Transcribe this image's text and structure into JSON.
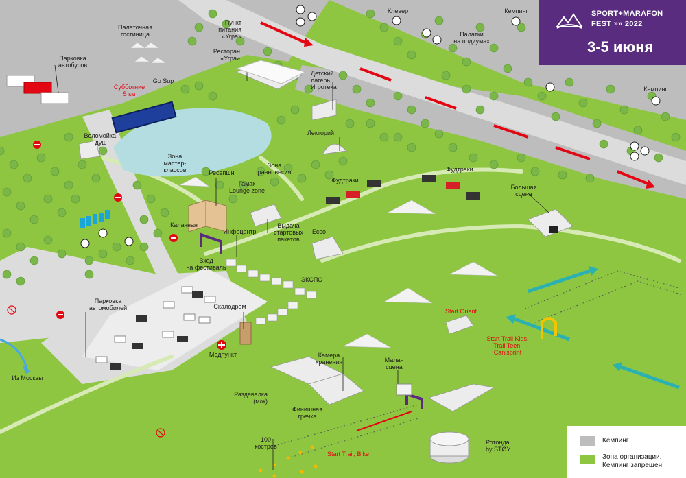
{
  "brand": {
    "line1": "SPORT+MARAFON",
    "line2": "FEST »» 2022",
    "dates": "3-5 июня",
    "color": "#5a2c7f"
  },
  "legend": {
    "camping": "Кемпинг",
    "org_zone": "Зона организации.\nКемпинг запрещен",
    "camping_color": "#bdbdbd",
    "org_color": "#8ec641"
  },
  "labels": {
    "tent_hotel": "Палаточная\nгостиница",
    "bus_parking": "Парковка\nавтобусов",
    "saturday_5k": "Субботние\n5 км",
    "go_sup": "Go Sup",
    "food_point": "Пункт\nпитания\n«Угра»",
    "restaurant": "Ресторан\n«Угра»",
    "kids_camp": "Детский\nлагерь,\nИгротека",
    "klever": "Клевер",
    "camping_top": "Кемпинг",
    "podium_tents": "Палатки\nна подиумах",
    "camping_right": "Кемпинг",
    "bike_wash": "Веломойка,\nдуш",
    "lecture": "Лекторий",
    "master_zone": "Зона\nмастер-\nклассов",
    "reception": "Ресепшн",
    "balance_zone": "Зона\nравновесия",
    "hammock": "Гамак\nLounge zone",
    "foodtrucks_1": "Фудтраки",
    "foodtrucks_2": "Фудтраки",
    "main_stage": "Большая\nсцена",
    "kalachnaya": "Калачная",
    "infocenter": "Инфоцентр",
    "start_packs": "Выдача\nстартовых\nпакетов",
    "esso": "Ессо",
    "entrance": "Вход\nна фестиваль",
    "expo": "ЭКСПО",
    "car_parking": "Парковка\nавтомобилей",
    "climbing": "Скалодром",
    "start_orient": "Start Orient",
    "start_kids": "Start Trail Kids,\nTrail Teen,\nCanisprint",
    "medpoint": "Медпункт",
    "from_moscow": "Из Москвы",
    "storage": "Камера\nхранения",
    "small_stage": "Малая\nсцена",
    "changing": "Раздевалка\n(м/ж)",
    "finish_buckwheat": "Финишная\nгречка",
    "bonfires": "100\nкостров",
    "start_trail": "Start Trail, Bike",
    "rotunda": "Ротонда\nby STØY"
  },
  "icons": [
    "no-entry-icon",
    "shower-icon",
    "wc-icon",
    "camping-icon",
    "no-fire-icon",
    "first-aid-icon"
  ]
}
